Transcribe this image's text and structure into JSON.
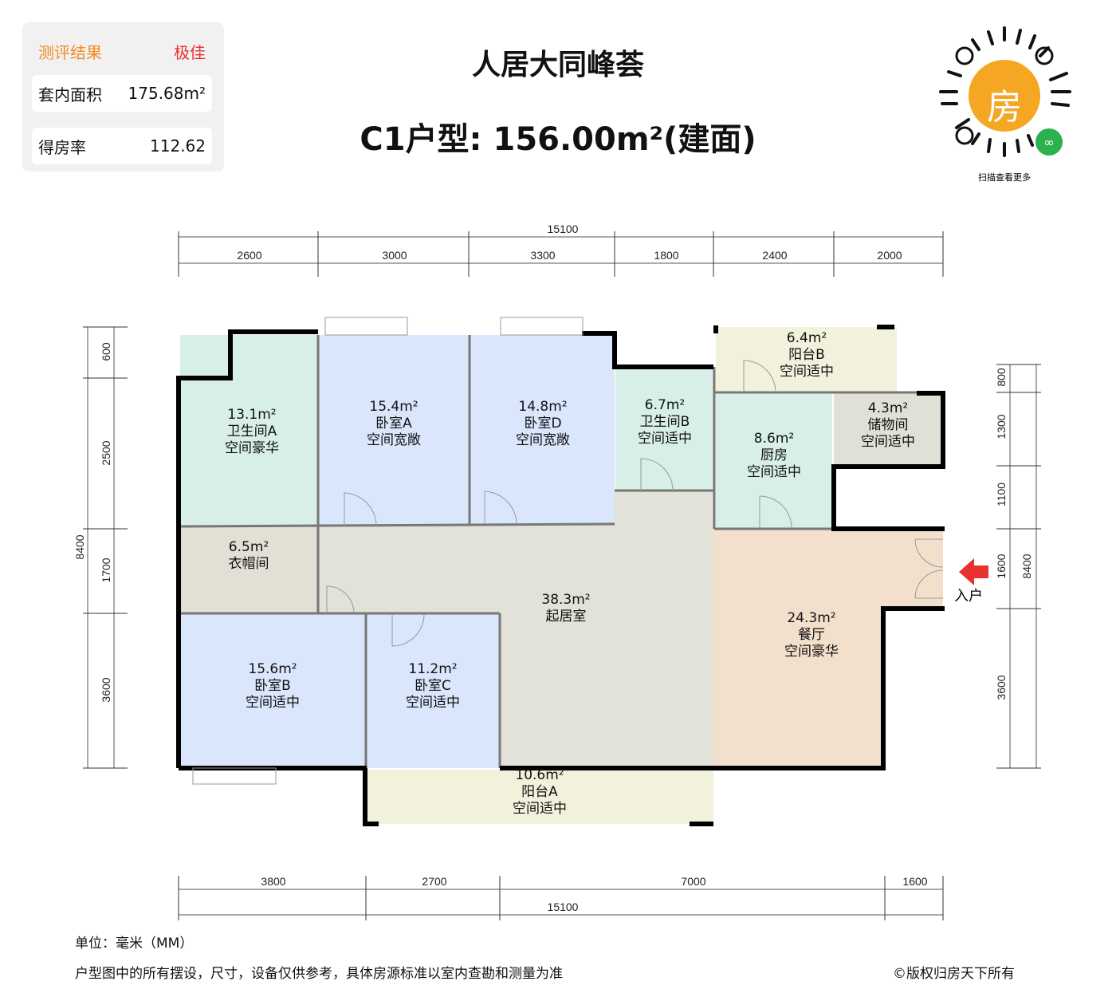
{
  "panel": {
    "result_label": "测评结果",
    "result_value": "极佳",
    "area_label": "套内面积",
    "area_value": "175.68m²",
    "ratio_label": "得房率",
    "ratio_value": "112.62"
  },
  "header": {
    "title": "人居大同峰荟",
    "subtitle": "C1户型: 156.00m²(建面)"
  },
  "qr": {
    "center_char": "房",
    "caption": "扫描查看更多",
    "brand_color": "#f5a623",
    "mini_program_color": "#2bb24c"
  },
  "dims": {
    "top_total": "15100",
    "top": [
      "2600",
      "3000",
      "3300",
      "1800",
      "2400",
      "2000"
    ],
    "bottom_total": "15100",
    "bottom": [
      "3800",
      "2700",
      "7000",
      "1600"
    ],
    "left_total": "8400",
    "left": [
      "600",
      "2500",
      "1700",
      "3600"
    ],
    "right_total": "8400",
    "right": [
      "800",
      "1300",
      "1100",
      "1600",
      "3600"
    ]
  },
  "entrance": {
    "label": "入户",
    "arrow_color": "#e8322f"
  },
  "rooms": [
    {
      "area": "13.1m²",
      "name": "卫生间A",
      "rating": "空间豪华"
    },
    {
      "area": "15.4m²",
      "name": "卧室A",
      "rating": "空间宽敞"
    },
    {
      "area": "14.8m²",
      "name": "卧室D",
      "rating": "空间宽敞"
    },
    {
      "area": "6.7m²",
      "name": "卫生间B",
      "rating": "空间适中"
    },
    {
      "area": "6.4m²",
      "name": "阳台B",
      "rating": "空间适中"
    },
    {
      "area": "4.3m²",
      "name": "储物间",
      "rating": "空间适中"
    },
    {
      "area": "8.6m²",
      "name": "厨房",
      "rating": "空间适中"
    },
    {
      "area": "6.5m²",
      "name": "衣帽间"
    },
    {
      "area": "38.3m²",
      "name": "起居室"
    },
    {
      "area": "24.3m²",
      "name": "餐厅",
      "rating": "空间豪华"
    },
    {
      "area": "15.6m²",
      "name": "卧室B",
      "rating": "空间适中"
    },
    {
      "area": "11.2m²",
      "name": "卧室C",
      "rating": "空间适中"
    },
    {
      "area": "10.6m²",
      "name": "阳台A",
      "rating": "空间适中"
    }
  ],
  "footer": {
    "unit": "单位：毫米（MM）",
    "disclaimer": "户型图中的所有摆设，尺寸，设备仅供参考，具体房源标准以室内查勘和测量为准",
    "copyright": "©版权归房天下所有"
  }
}
